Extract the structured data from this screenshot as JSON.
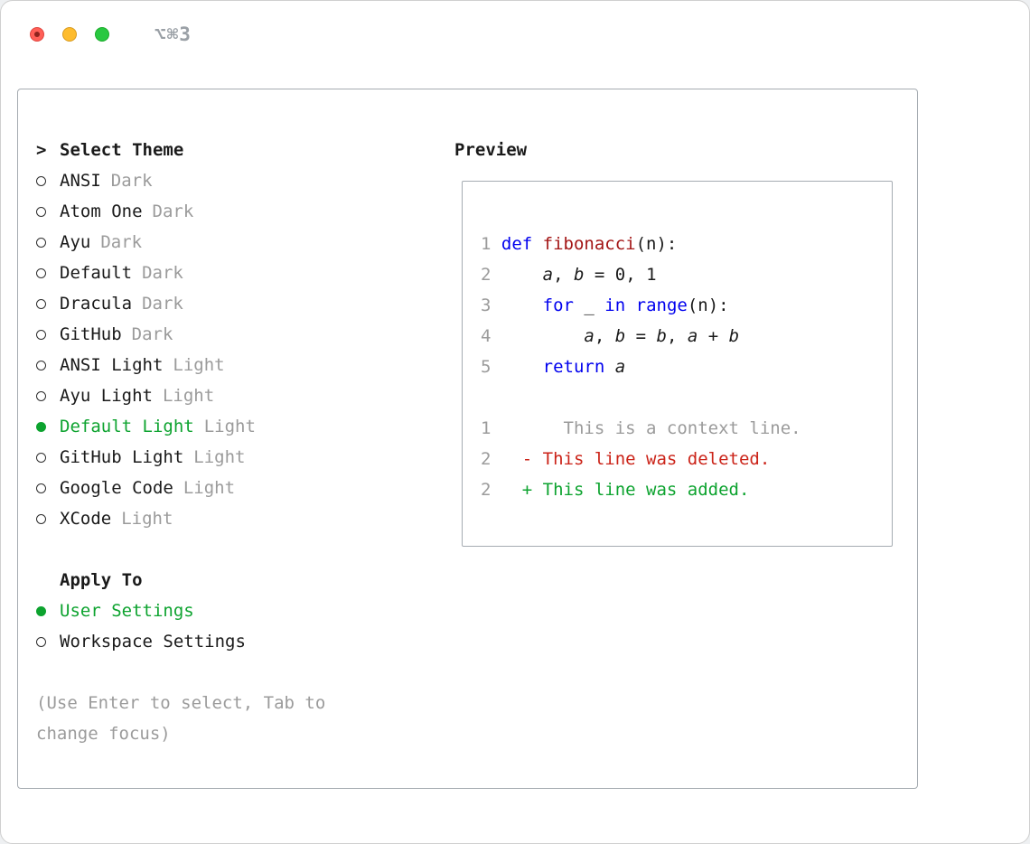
{
  "window": {
    "shortcut": "⌥⌘3"
  },
  "colors": {
    "green": "#0da32f",
    "red": "#cb2318",
    "blue": "#0000ee",
    "maroon": "#a31515",
    "gray": "#9b9b9b",
    "text": "#1a1a1a"
  },
  "theme_picker": {
    "prompt": ">",
    "title": "Select Theme",
    "items": [
      {
        "name": "ANSI",
        "variant": "Dark",
        "selected": false
      },
      {
        "name": "Atom One",
        "variant": "Dark",
        "selected": false
      },
      {
        "name": "Ayu",
        "variant": "Dark",
        "selected": false
      },
      {
        "name": "Default",
        "variant": "Dark",
        "selected": false
      },
      {
        "name": "Dracula",
        "variant": "Dark",
        "selected": false
      },
      {
        "name": "GitHub",
        "variant": "Dark",
        "selected": false
      },
      {
        "name": "ANSI Light",
        "variant": "Light",
        "selected": false
      },
      {
        "name": "Ayu Light",
        "variant": "Light",
        "selected": false
      },
      {
        "name": "Default Light",
        "variant": "Light",
        "selected": true
      },
      {
        "name": "GitHub Light",
        "variant": "Light",
        "selected": false
      },
      {
        "name": "Google Code",
        "variant": "Light",
        "selected": false
      },
      {
        "name": "XCode",
        "variant": "Light",
        "selected": false
      }
    ]
  },
  "apply_to": {
    "title": "Apply To",
    "options": [
      {
        "label": "User Settings",
        "selected": true
      },
      {
        "label": "Workspace Settings",
        "selected": false
      }
    ]
  },
  "hint": "(Use Enter to select, Tab to change focus)",
  "preview": {
    "title": "Preview",
    "code_lines": [
      {
        "num": "1",
        "tokens": [
          {
            "text": "def",
            "cls": "keyword"
          },
          {
            "text": " ",
            "cls": "plain"
          },
          {
            "text": "fibonacci",
            "cls": "function"
          },
          {
            "text": "(n):",
            "cls": "plain"
          }
        ]
      },
      {
        "num": "2",
        "tokens": [
          {
            "text": "    ",
            "cls": "plain"
          },
          {
            "text": "a",
            "cls": "variable"
          },
          {
            "text": ", ",
            "cls": "plain"
          },
          {
            "text": "b",
            "cls": "variable"
          },
          {
            "text": " = 0, 1",
            "cls": "plain"
          }
        ]
      },
      {
        "num": "3",
        "tokens": [
          {
            "text": "    ",
            "cls": "plain"
          },
          {
            "text": "for",
            "cls": "keyword"
          },
          {
            "text": " _ ",
            "cls": "plain"
          },
          {
            "text": "in",
            "cls": "keyword"
          },
          {
            "text": " ",
            "cls": "plain"
          },
          {
            "text": "range",
            "cls": "keyword"
          },
          {
            "text": "(n):",
            "cls": "plain"
          }
        ]
      },
      {
        "num": "4",
        "tokens": [
          {
            "text": "        ",
            "cls": "plain"
          },
          {
            "text": "a",
            "cls": "variable"
          },
          {
            "text": ", ",
            "cls": "plain"
          },
          {
            "text": "b",
            "cls": "variable"
          },
          {
            "text": " = ",
            "cls": "plain"
          },
          {
            "text": "b",
            "cls": "variable"
          },
          {
            "text": ", ",
            "cls": "plain"
          },
          {
            "text": "a",
            "cls": "variable"
          },
          {
            "text": " + ",
            "cls": "plain"
          },
          {
            "text": "b",
            "cls": "variable"
          }
        ]
      },
      {
        "num": "5",
        "tokens": [
          {
            "text": "    ",
            "cls": "plain"
          },
          {
            "text": "return",
            "cls": "keyword"
          },
          {
            "text": " ",
            "cls": "plain"
          },
          {
            "text": "a",
            "cls": "variable"
          }
        ]
      }
    ],
    "diff_lines": [
      {
        "num": "1",
        "type": "context",
        "text": "      This is a context line."
      },
      {
        "num": "2",
        "type": "deleted",
        "text": "  - This line was deleted."
      },
      {
        "num": "2",
        "type": "added",
        "text": "  + This line was added."
      }
    ]
  }
}
